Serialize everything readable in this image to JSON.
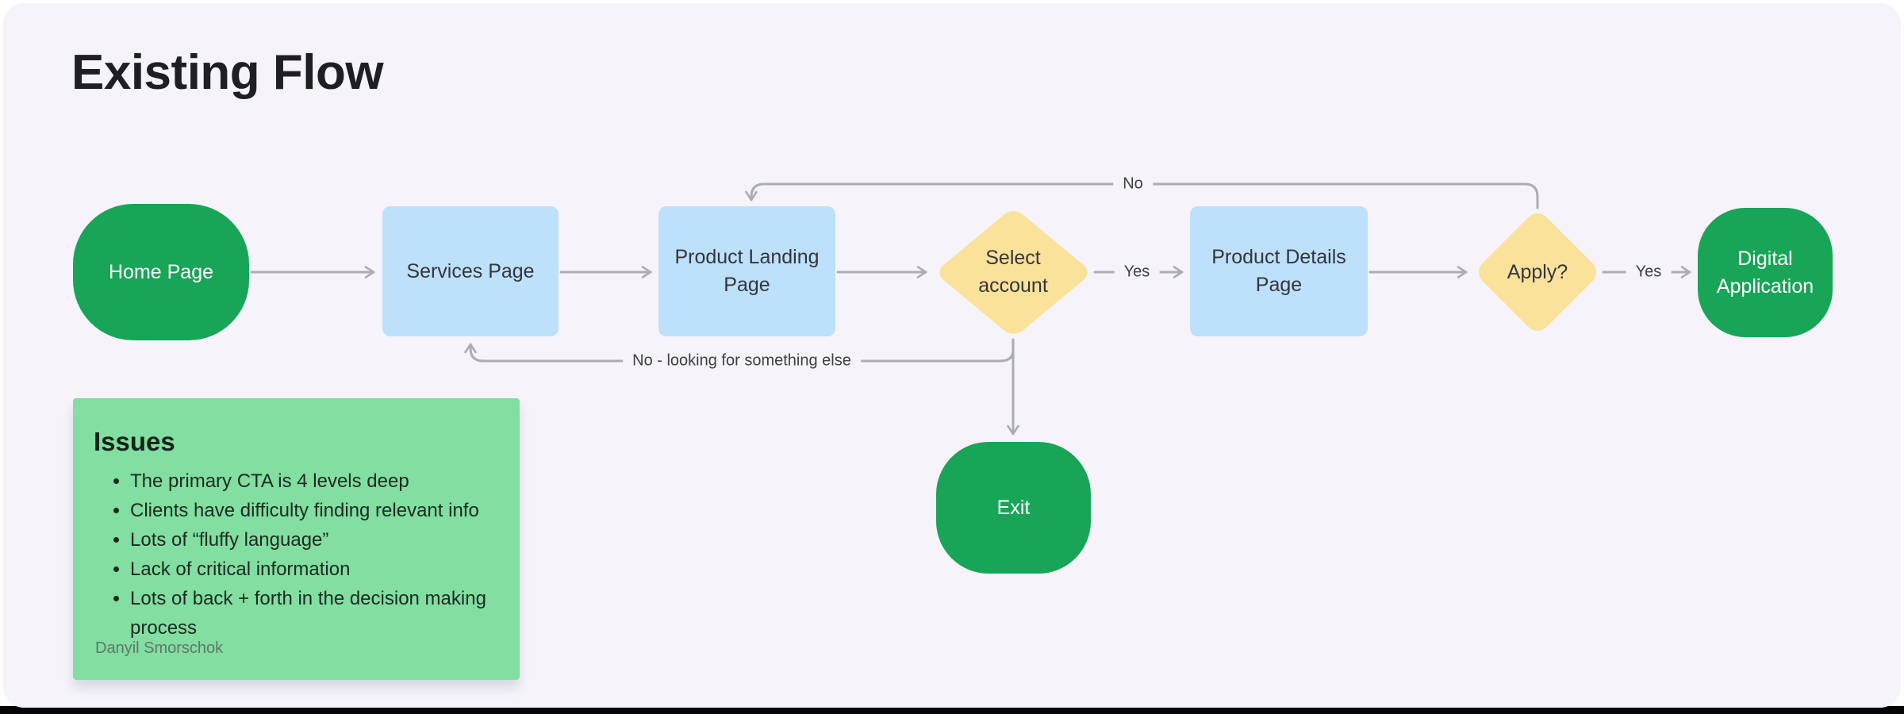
{
  "page": {
    "title": "Existing Flow"
  },
  "colors": {
    "canvas_bg": "#F6F4FA",
    "node_green": "#18A558",
    "node_blue": "#BDE0FB",
    "node_yellow": "#FAE29B",
    "note_green": "#82DEA1",
    "connector_gray": "#ACACB2"
  },
  "flow": {
    "nodes": [
      {
        "id": "home-page",
        "shape": "rounded",
        "label": "Home Page"
      },
      {
        "id": "services-page",
        "shape": "rect",
        "label": "Services Page"
      },
      {
        "id": "product-landing-page",
        "shape": "rect",
        "label": "Product Landing\nPage"
      },
      {
        "id": "select-account",
        "shape": "diamond",
        "label": "Select\naccount"
      },
      {
        "id": "product-details-page",
        "shape": "rect",
        "label": "Product Details\nPage"
      },
      {
        "id": "apply",
        "shape": "diamond",
        "label": "Apply?"
      },
      {
        "id": "digital-application",
        "shape": "rounded",
        "label": "Digital\nApplication"
      },
      {
        "id": "exit",
        "shape": "rounded",
        "label": "Exit"
      }
    ],
    "edge_labels": {
      "no_top": "No",
      "yes_select": "Yes",
      "yes_apply": "Yes",
      "no_return": "No - looking for something else"
    }
  },
  "note": {
    "title": "Issues",
    "bullets": [
      "The primary CTA is 4 levels deep",
      "Clients have difficulty finding relevant info",
      "Lots of “fluffy language”",
      "Lack of critical information",
      "Lots of back + forth in the decision making process"
    ],
    "author": "Danyil Smorschok"
  }
}
